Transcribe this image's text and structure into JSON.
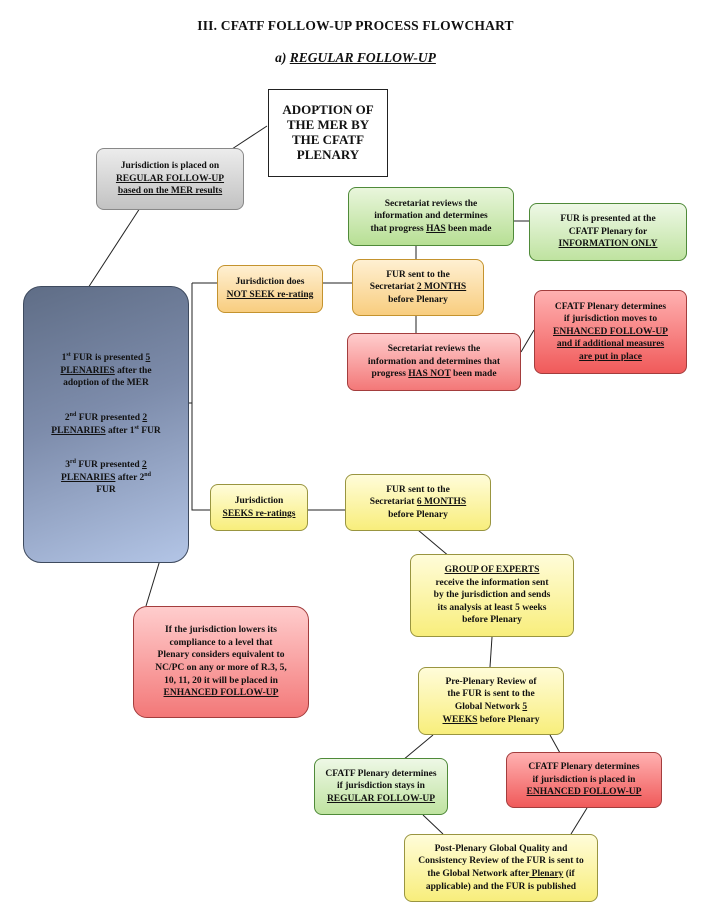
{
  "header": {
    "section_title": "III.  CFATF FOLLOW-UP PROCESS FLOWCHART",
    "subtitle_prefix": "a)",
    "subtitle": "REGULAR FOLLOW-UP"
  },
  "nodes": {
    "adoption": [
      "ADOPTION OF",
      "THE MER BY",
      "THE CFATF",
      "PLENARY"
    ],
    "placed_regular": {
      "line1": "Jurisdiction is placed on",
      "line2": "REGULAR FOLLOW-UP",
      "line3": "based on the MER results"
    },
    "fur_schedule": {
      "p1_a": "1",
      "p1_sup": "st",
      "p1_b": " FUR is presented ",
      "p1_c": "5",
      "p1_d": "PLENARIES",
      "p1_e": " after the",
      "p1_f": "adoption of the MER",
      "p2_a": "2",
      "p2_sup": "nd",
      "p2_b": " FUR presented ",
      "p2_c": "2",
      "p2_d": "PLENARIES",
      "p2_e": " after 1",
      "p2_sup2": "st",
      "p2_f": " FUR",
      "p3_a": "3",
      "p3_sup": "rd",
      "p3_b": "  FUR presented ",
      "p3_c": "2",
      "p3_d": "PLENARIES",
      "p3_e": " after 2",
      "p3_sup2": "nd",
      "p3_f": "FUR"
    },
    "not_seek": {
      "line1": "Jurisdiction does",
      "line2": "NOT SEEK re-rating"
    },
    "fur_2months": {
      "line1": "FUR sent to the",
      "line2_a": "Secretariat ",
      "line2_b": "2 MONTHS",
      "line3": "before Plenary"
    },
    "has_progress": {
      "line1": "Secretariat reviews the",
      "line2": "information and determines",
      "line3_a": "that progress ",
      "line3_b": "HAS",
      "line3_c": " been made"
    },
    "info_only": {
      "line1": "FUR is presented at the",
      "line2": "CFATF Plenary for",
      "line3": "INFORMATION ONLY"
    },
    "has_not_progress": {
      "line1": "Secretariat reviews the",
      "line2": "information and determines that",
      "line3_a": "progress ",
      "line3_b": "HAS NOT",
      "line3_c": " been made"
    },
    "moves_enhanced": {
      "line1": "CFATF Plenary determines",
      "line2": "if jurisdiction moves to",
      "line3_a": "ENHANCED",
      "line3_b": " FOLLOW-UP",
      "line4": "and if additional measures",
      "line5": "are put in place"
    },
    "seeks": {
      "line1": "Jurisdiction",
      "line2": "SEEKS re-ratings"
    },
    "fur_6months": {
      "line1": "FUR sent to the",
      "line2_a": "Secretariat ",
      "line2_b": "6 MONTHS",
      "line3": "before Plenary"
    },
    "experts": {
      "line1": "GROUP OF EXPERTS",
      "line2": "receive the information sent",
      "line3": "by the jurisdiction and sends",
      "line4": "its analysis at least 5 weeks",
      "line5": "before Plenary"
    },
    "lowers": {
      "line1": "If the jurisdiction lowers its",
      "line2": "compliance to a level that",
      "line3": "Plenary considers equivalent to",
      "line4": "NC/PC on any or more of R.3, 5,",
      "line5": "10, 11, 20 it will be placed in",
      "line6": "ENHANCED FOLLOW-UP"
    },
    "pre_plenary": {
      "line1": "Pre-Plenary Review of",
      "line2": "the FUR is sent to the",
      "line3_a": "Global Network ",
      "line3_b": "5",
      "line4_a": "WEEKS",
      "line4_b": " before Plenary"
    },
    "stays_regular": {
      "line1": "CFATF Plenary determines",
      "line2": "if jurisdiction stays in",
      "line3": "REGULAR FOLLOW-UP"
    },
    "placed_enhanced": {
      "line1": "CFATF Plenary determines",
      "line2": "if jurisdiction is placed in",
      "line3": "ENHANCED FOLLOW-UP"
    },
    "post_plenary": {
      "line1": "Post-Plenary Global Quality and",
      "line2": "Consistency Review of the FUR is sent to",
      "line3_a": "the Global Network after",
      "line3_b": " Plenary",
      "line3_c": " (if",
      "line4": "applicable) and the FUR is published"
    }
  },
  "colors": {
    "gray_box": "#cfcfcf",
    "green_box": "#c9e8ad",
    "orange_box": "#fbd999",
    "red_box": "#f47c7c",
    "yellow_box": "#faf29a",
    "blue_box": "#7d8cab"
  }
}
